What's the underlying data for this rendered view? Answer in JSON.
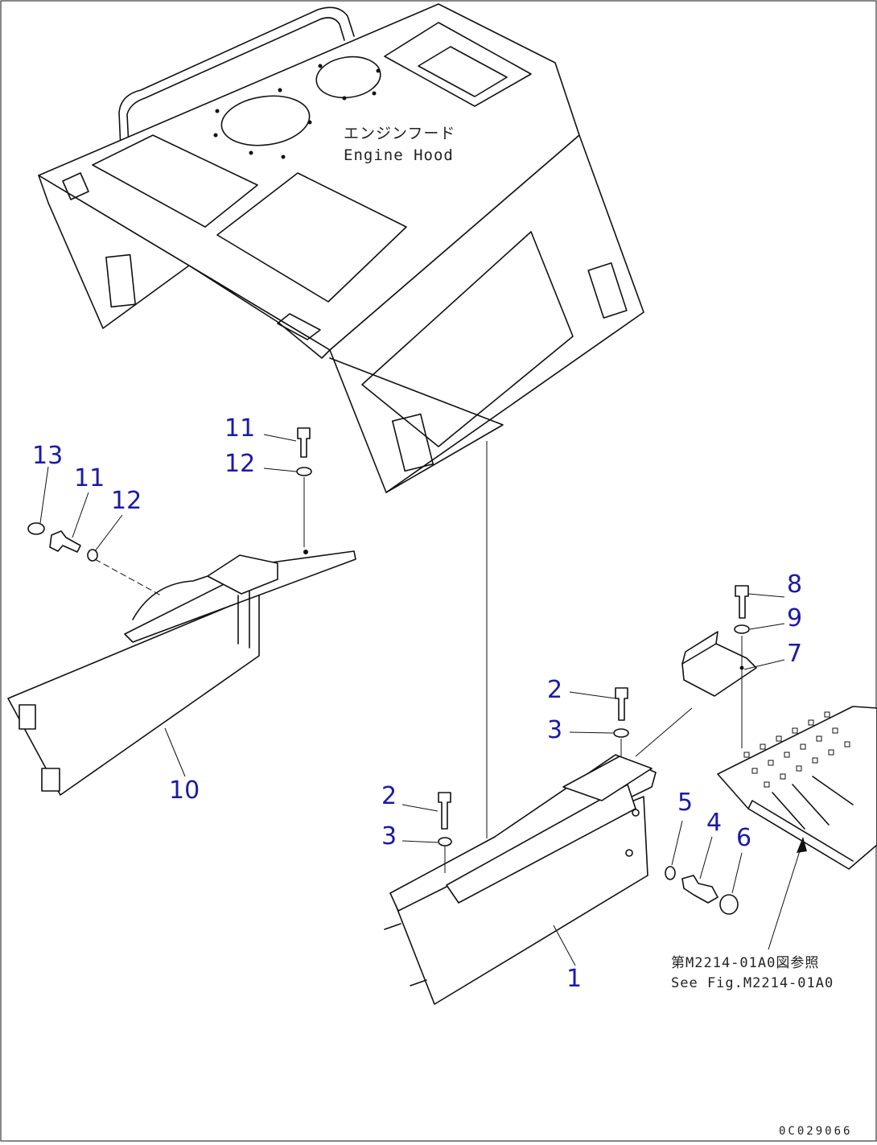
{
  "hood_label": {
    "ja": "エンジンフード",
    "en": "Engine Hood"
  },
  "reference_note": {
    "ja": "第M2214-01A0図参照",
    "en": "See Fig.M2214-01A0"
  },
  "drawing_id": "0C029066",
  "part_numbers": {
    "p1": "1",
    "p2a": "2",
    "p2b": "2",
    "p3a": "3",
    "p3b": "3",
    "p4": "4",
    "p5": "5",
    "p6": "6",
    "p7": "7",
    "p8": "8",
    "p9": "9",
    "p10": "10",
    "p11a": "11",
    "p11b": "11",
    "p12a": "12",
    "p12b": "12",
    "p13": "13"
  },
  "colors": {
    "callout": "#1a1aa8",
    "line": "#111111",
    "background": "#ffffff"
  }
}
